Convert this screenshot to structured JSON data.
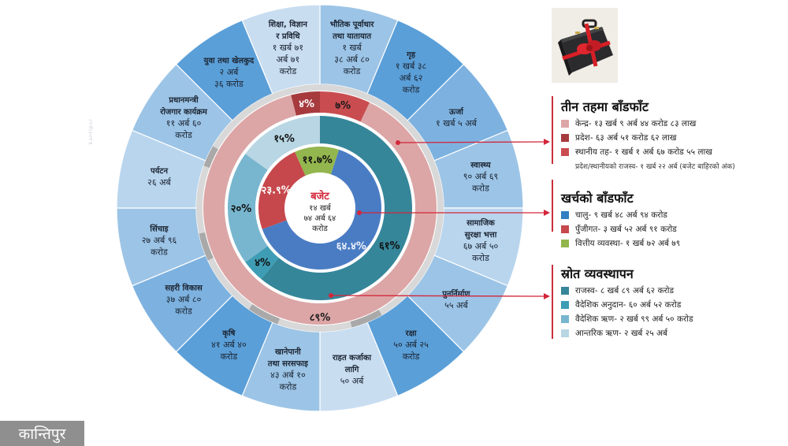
{
  "chart_data": {
    "type": "pie",
    "title": "बजेट",
    "center": {
      "title": "बजेट",
      "line1": "१४ खर्ब",
      "line2": "७४ अर्ब ६४",
      "line3": "करोड"
    },
    "rings": [
      {
        "name": "खर्चको बाँडफाँट",
        "ring": "inner",
        "slices": [
          {
            "label": "चालु",
            "value": 64.4,
            "display": "६४.४%",
            "color": "#4a7cc4"
          },
          {
            "label": "पुँजीगत",
            "value": 23.9,
            "display": "२३.९%",
            "color": "#c6484c"
          },
          {
            "label": "वित्तीय व्यवस्था",
            "value": 11.7,
            "display": "११.७%",
            "color": "#93b64e"
          }
        ]
      },
      {
        "name": "स्रोत व्यवस्थापन",
        "ring": "middle",
        "slices": [
          {
            "label": "राजस्व",
            "value": 61,
            "display": "६१%",
            "color": "#36869a"
          },
          {
            "label": "वैदेशिक अनुदान",
            "value": 4,
            "display": "४%",
            "color": "#3e9db5"
          },
          {
            "label": "वैदेशिक ऋण",
            "value": 20,
            "display": "२०%",
            "color": "#78b6cf"
          },
          {
            "label": "आन्तरिक ऋण",
            "value": 15,
            "display": "१५%",
            "color": "#b8d6e3"
          }
        ]
      },
      {
        "name": "तीन तहमा बाँडफाँट",
        "ring": "outer",
        "slices": [
          {
            "label": "केन्द्र",
            "value": 89,
            "display": "८९%",
            "color": "#dca6a6"
          },
          {
            "label": "प्रदेश",
            "value": 4,
            "display": "४%",
            "color": "#a63a3d"
          },
          {
            "label": "स्थानीय तह",
            "value": 7,
            "display": "७%",
            "color": "#c94d50"
          }
        ]
      }
    ],
    "sectors": [
      {
        "name": "भौतिक पूर्वाधार तथा यातायात",
        "amount": "१ खर्ब ३८ अर्ब ८० करोड"
      },
      {
        "name": "गृह",
        "amount": "१ खर्ब ३८ अर्ब ६२ करोड"
      },
      {
        "name": "ऊर्जा",
        "amount": "१ खर्ब ५ अर्ब"
      },
      {
        "name": "स्वास्थ्य",
        "amount": "९० अर्ब ६९ करोड"
      },
      {
        "name": "सामाजिक सुरक्षा भत्ता",
        "amount": "६७ अर्ब ५० करोड"
      },
      {
        "name": "पुनर्निर्माण",
        "amount": "५५ अर्ब"
      },
      {
        "name": "रक्षा",
        "amount": "५० अर्ब २५ करोड"
      },
      {
        "name": "राहत कर्जाका लागि",
        "amount": "५० अर्ब"
      },
      {
        "name": "खानेपानी तथा सरसफाइ",
        "amount": "४३ अर्ब १० करोड"
      },
      {
        "name": "कृषि",
        "amount": "४१ अर्ब ४० करोड"
      },
      {
        "name": "सहरी विकास",
        "amount": "३७ अर्ब ८० करोड"
      },
      {
        "name": "सिंचाइ",
        "amount": "२७ अर्ब ९६ करोड"
      },
      {
        "name": "पर्यटन",
        "amount": "२६ अर्ब"
      },
      {
        "name": "प्रधानमन्त्री रोजगार कार्यक्रम",
        "amount": "११ अर्ब ६० करोड"
      },
      {
        "name": "युवा तथा खेलकुद",
        "amount": "२ अर्ब ३६ करोड"
      },
      {
        "name": "शिक्षा, विज्ञान र प्रविधि",
        "amount": "१ खर्ब ७१ अर्ब ७१ करोड"
      }
    ]
  },
  "display": {
    "sector_lines": [
      [
        "भौतिक पूर्वाधार",
        "तथा यातायात",
        "१ खर्ब",
        "३८ अर्ब ८०",
        "करोड"
      ],
      [
        "गृह",
        "१ खर्ब ३८",
        "अर्ब ६२",
        "करोड"
      ],
      [
        "ऊर्जा",
        "१ खर्ब ५ अर्ब"
      ],
      [
        "स्वास्थ्य",
        "९० अर्ब ६९",
        "करोड"
      ],
      [
        "सामाजिक",
        "सुरक्षा भत्ता",
        "६७ अर्ब ५०",
        "करोड"
      ],
      [
        "पुनर्निर्माण",
        "५५ अर्ब"
      ],
      [
        "रक्षा",
        "५० अर्ब २५",
        "करोड"
      ],
      [
        "राहत कर्जाका",
        "लागि",
        "५० अर्ब"
      ],
      [
        "खानेपानी",
        "तथा सरसफाइ",
        "४३ अर्ब १०",
        "करोड"
      ],
      [
        "कृषि",
        "४१ अर्ब ४०",
        "करोड"
      ],
      [
        "सहरी विकास",
        "३७ अर्ब ८०",
        "करोड"
      ],
      [
        "सिंचाइ",
        "२७ अर्ब ९६",
        "करोड"
      ],
      [
        "पर्यटन",
        "२६ अर्ब"
      ],
      [
        "प्रधानमन्त्री",
        "रोजगार कार्यक्रम",
        "११ अर्ब ६०",
        "करोड"
      ],
      [
        "युवा तथा खेलकुद",
        "२ अर्ब",
        "३६ करोड"
      ],
      [
        "शिक्षा, विज्ञान",
        "र प्रविधि",
        "१ खर्ब ७१",
        "अर्ब ७१",
        "करोड"
      ]
    ],
    "sector_name_line_counts": [
      2,
      1,
      1,
      1,
      2,
      1,
      1,
      2,
      2,
      1,
      1,
      1,
      1,
      2,
      1,
      2
    ],
    "sector_colors": [
      "#9cc4e6",
      "#5b9fd8",
      "#7db2e0",
      "#9cc4e6",
      "#b9d5ee",
      "#9cc4e6",
      "#5b9fd8",
      "#c9ddf1",
      "#9cc4e6",
      "#5b9fd8",
      "#7db2e0",
      "#9cc4e6",
      "#b9d5ee",
      "#9cc4e6",
      "#5b9fd8",
      "#c9ddf1"
    ]
  },
  "legend": {
    "tiers": {
      "title": "तीन तहमा बाँडफाँट",
      "items": [
        {
          "text": "केन्द्र- १३ खर्ब ९ अर्ब ४४ करोड ८३ लाख",
          "color": "#dca6a6"
        },
        {
          "text": "प्रदेश- ६३ अर्ब ५१ करोड ६२ लाख",
          "color": "#a63a3d"
        },
        {
          "text": "स्थानीय तह- १ खर्ब १ अर्ब ६७ करोड ५५ लाख",
          "color": "#c94d50"
        }
      ],
      "note": "प्रदेश/स्थानीयको राजस्व- १ खर्ब २२ अर्ब (बजेट बाहिरको अंक)"
    },
    "spending": {
      "title": "खर्चको बाँडफाँट",
      "items": [
        {
          "text": "चालु- ९ खर्ब ४८ अर्ब ९४ करोड",
          "color": "#2f7fc1"
        },
        {
          "text": "पुँजीगत- ३ खर्ब ५२ अर्ब ९१ करोड",
          "color": "#c6484c"
        },
        {
          "text": "वित्तीय व्यवस्था- १ खर्ब ७२ अर्ब ७९",
          "color": "#93b64e"
        }
      ]
    },
    "sources": {
      "title": "स्रोत व्यवस्थापन",
      "items": [
        {
          "text": "राजस्व- ८ खर्ब ८९ अर्ब ६२ करोड",
          "color": "#36869a"
        },
        {
          "text": "वैदेशिक अनुदान- ६० अर्ब ५२ करोड",
          "color": "#3e9db5"
        },
        {
          "text": "वैदेशिक ऋण- २ खर्ब ९९ अर्ब ५० करोड",
          "color": "#78b6cf"
        },
        {
          "text": "आन्तरिक ऋण- २ खर्ब २५ अर्ब",
          "color": "#b8d6e3"
        }
      ]
    }
  },
  "icons": {
    "briefcase": "gift-wrapped-briefcase-icon"
  },
  "logo": {
    "text": "कान्तिपुर"
  },
  "accent": {
    "connector_color": "#d3263a"
  }
}
